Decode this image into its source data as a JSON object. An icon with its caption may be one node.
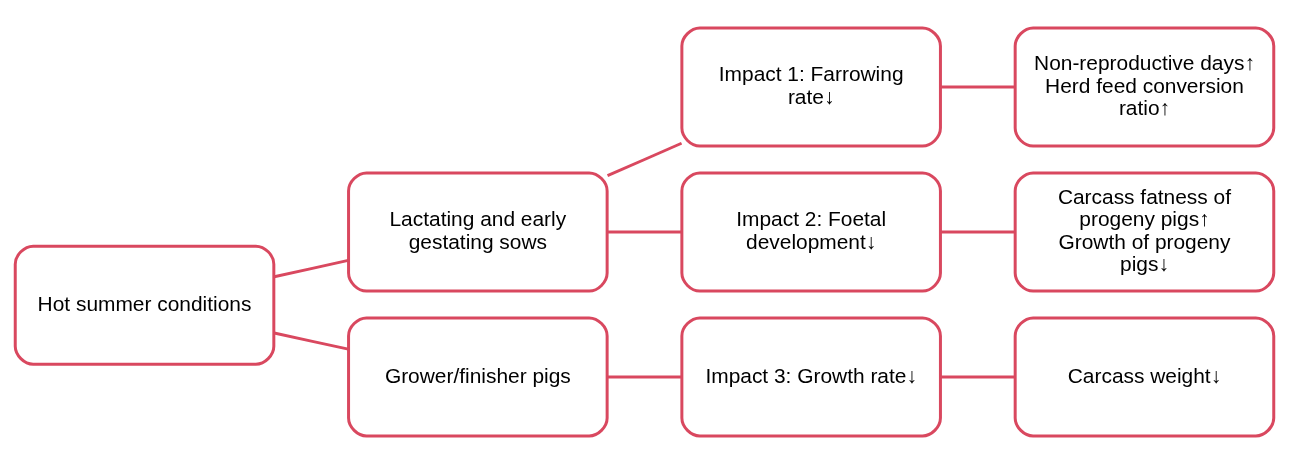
{
  "diagram": {
    "nodes": [
      {
        "text": [
          "Hot summer conditions"
        ]
      },
      {
        "text": [
          "Lactating and early gestating sows"
        ]
      },
      {
        "text": [
          "Grower/finisher pigs"
        ]
      },
      {
        "text": [
          "Impact 1: Farrowing rate↓"
        ]
      },
      {
        "text": [
          "Impact 2: Foetal development↓"
        ]
      },
      {
        "text": [
          "Impact 3: Growth rate↓"
        ]
      },
      {
        "text": [
          "Non-reproductive days↑",
          "Herd feed conversion ratio↑"
        ]
      },
      {
        "text": [
          "Carcass fatness of progeny pigs↑",
          "Growth of progeny pigs↓"
        ]
      },
      {
        "text": [
          "Carcass weight↓"
        ]
      }
    ],
    "edges": [
      {
        "from": 0,
        "to": 1,
        "arrow": "none"
      },
      {
        "from": 0,
        "to": 2,
        "arrow": "none"
      },
      {
        "from": 1,
        "to": 3,
        "arrow": "none"
      },
      {
        "from": 1,
        "to": 4,
        "arrow": "none"
      },
      {
        "from": 2,
        "to": 5,
        "arrow": "none"
      },
      {
        "from": 3,
        "to": 6,
        "arrow": "none"
      },
      {
        "from": 4,
        "to": 7,
        "arrow": "none"
      },
      {
        "from": 5,
        "to": 8,
        "arrow": "none"
      }
    ]
  }
}
